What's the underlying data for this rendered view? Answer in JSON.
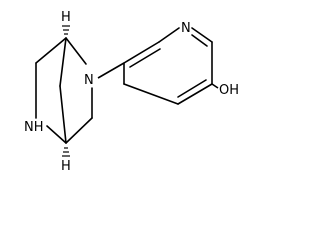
{
  "molecule": {
    "atom_labels": {
      "pyridine_n": "N",
      "amine_n": "N",
      "ring_nh": "NH",
      "hydroxyl": "OH",
      "stereo_h_top": "H",
      "stereo_h_bottom": "H"
    },
    "colors": {
      "ink": "#000000",
      "background": "#ffffff"
    }
  }
}
